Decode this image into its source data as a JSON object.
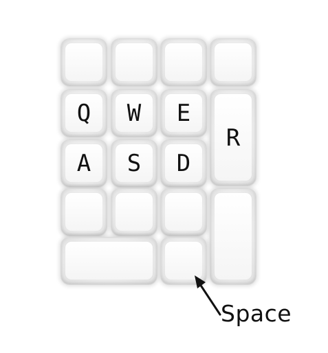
{
  "keys": {
    "q": "Q",
    "w": "W",
    "e": "E",
    "r": "R",
    "a": "A",
    "s": "S",
    "d": "D"
  },
  "annotation": {
    "label": "Space"
  }
}
